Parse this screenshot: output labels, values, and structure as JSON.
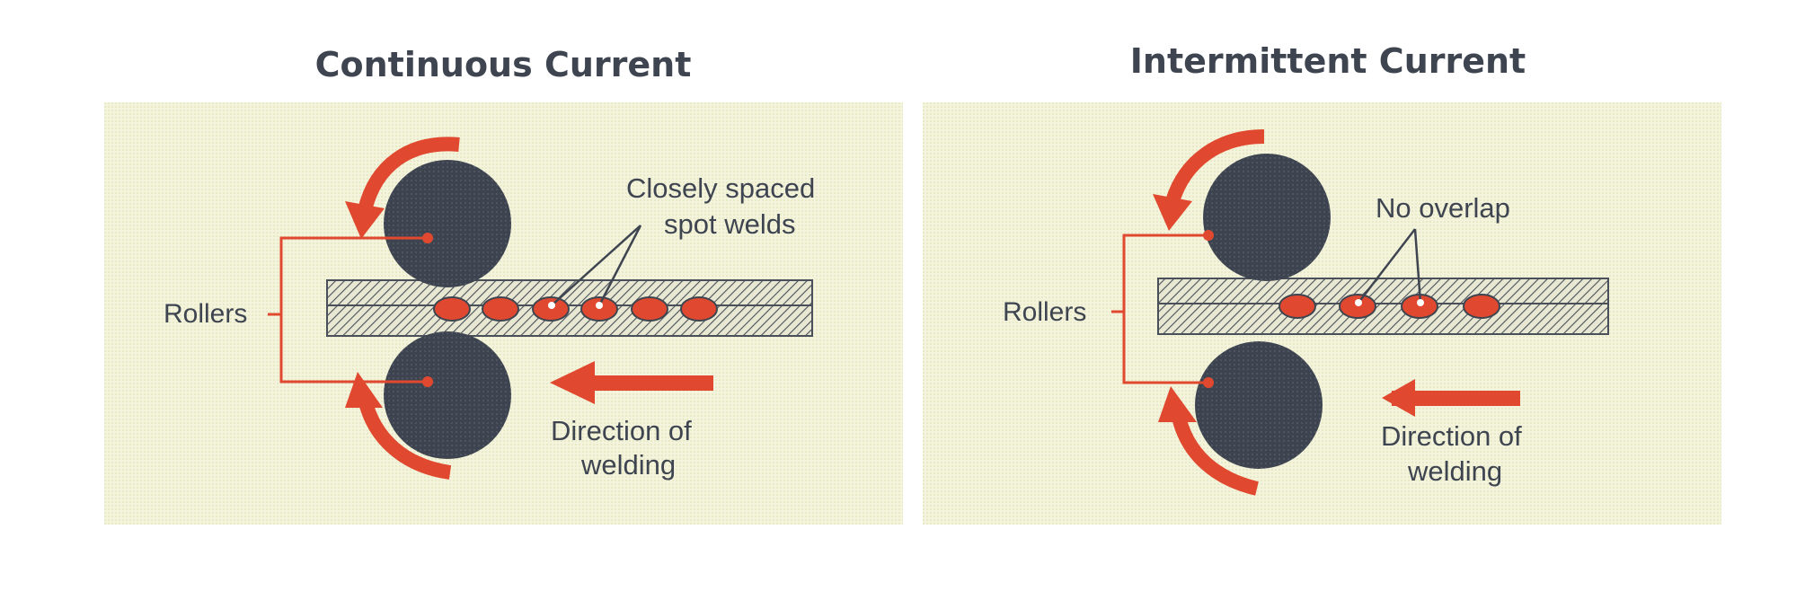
{
  "left": {
    "title": "Continuous Current",
    "rollers_label": "Rollers",
    "welds_label_line1": "Closely spaced",
    "welds_label_line2": "spot welds",
    "direction_line1": "Direction of",
    "direction_line2": "welding"
  },
  "right": {
    "title": "Intermittent Current",
    "rollers_label": "Rollers",
    "welds_label": "No overlap",
    "direction_line1": "Direction of",
    "direction_line2": "welding"
  },
  "colors": {
    "accent": "#e0492f",
    "dark": "#3e4550",
    "panel": "#f3f3d9"
  }
}
